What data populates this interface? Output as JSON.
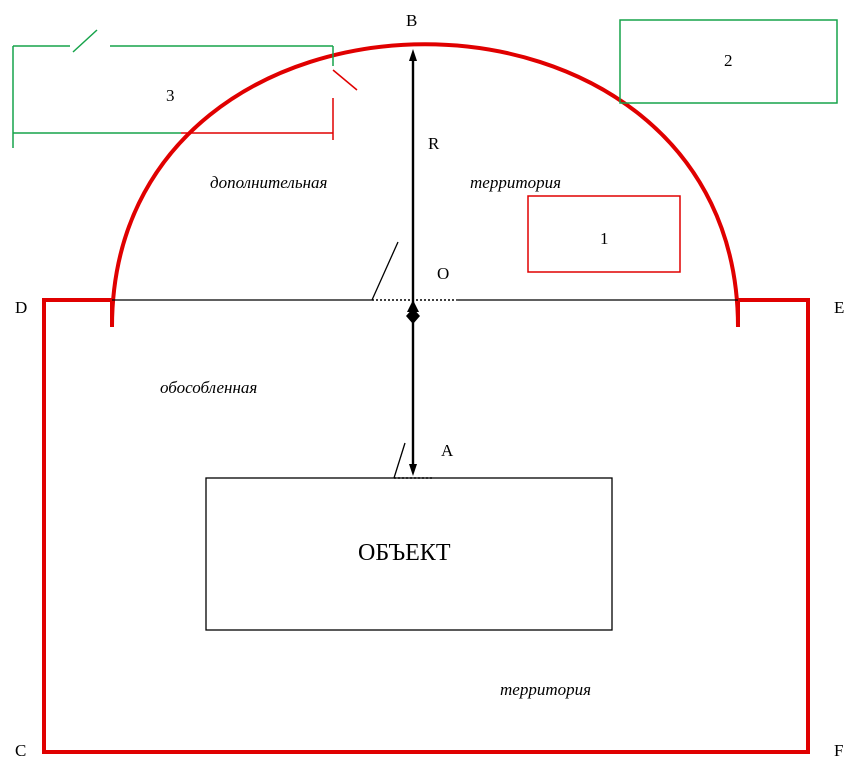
{
  "points": {
    "b": "B",
    "o": "O",
    "r": "R",
    "a": "A",
    "d": "D",
    "e": "E",
    "c": "C",
    "f": "F"
  },
  "zones": {
    "additional_left": "дополнительная",
    "additional_right": "территория",
    "separate": "обособленная",
    "territory": "территория"
  },
  "object_label": "ОБЪЕКТ",
  "boxes": {
    "box1": "1",
    "box2": "2",
    "box3": "3"
  },
  "colors": {
    "boundary": "#e00000",
    "green": "#16a34a",
    "black": "#000000"
  }
}
